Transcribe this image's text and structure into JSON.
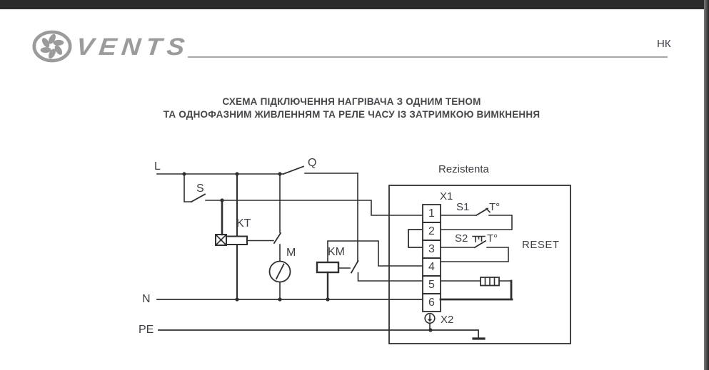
{
  "page": {
    "brand": {
      "logo_text": "VENTS"
    },
    "header_right": "НК",
    "title_line1": "СХЕМА ПІДКЛЮЧЕННЯ НАГРІВАЧА З ОДНИМ ТЕНОМ",
    "title_line2": "ТА ОДНОФАЗНИМ ЖИВЛЕННЯМ ТА РЕЛЕ ЧАСУ ІЗ ЗАТРИМКОЮ ВИМКНЕННЯ"
  },
  "diagram": {
    "labels": {
      "l": "L",
      "n": "N",
      "pe": "PE",
      "s": "S",
      "q": "Q",
      "kt": "KT",
      "m": "M",
      "km": "KM",
      "box_title": "Rezistenta",
      "x1": "X1",
      "x2": "X2",
      "s1": "S1",
      "s2": "S2",
      "t1": "T°",
      "t2": "T°",
      "reset": "RESET"
    },
    "terminals": [
      "1",
      "2",
      "3",
      "4",
      "5",
      "6"
    ],
    "colors": {
      "wire": "#2f2f33",
      "label": "#3d4047",
      "top_bar": "#2b2b2b",
      "logo_gray": "#9b9b9d"
    }
  }
}
